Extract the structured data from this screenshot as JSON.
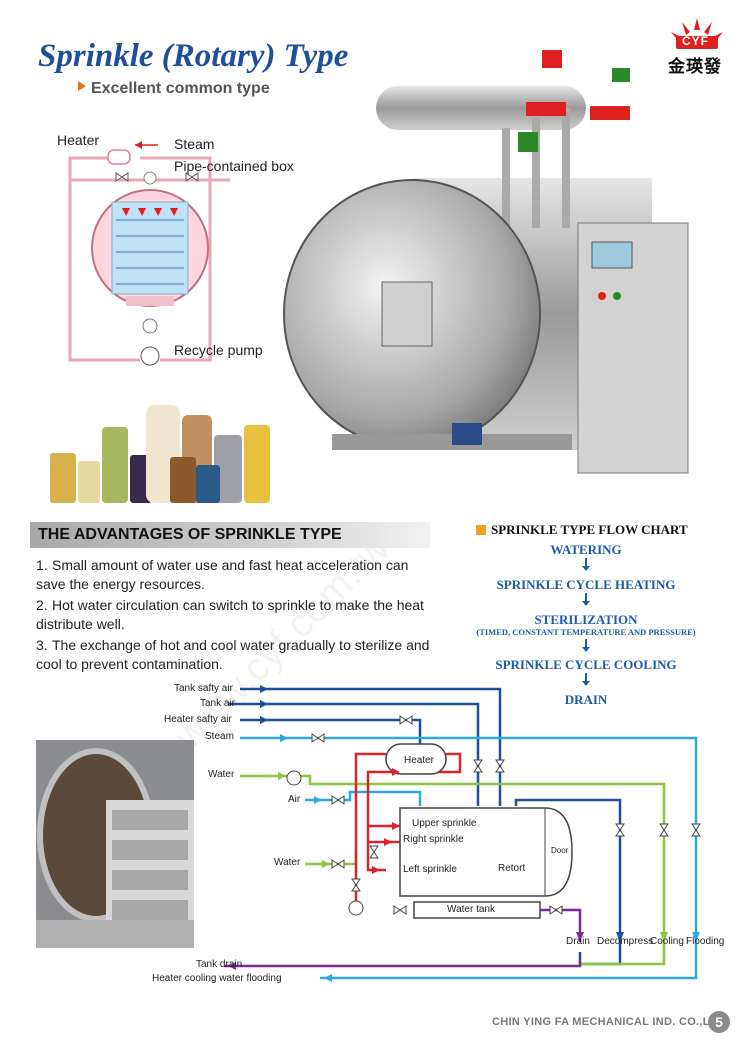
{
  "page": {
    "title": "Sprinkle (Rotary) Type",
    "subtitle": "Excellent common type",
    "logo_text": "CYF",
    "logo_cjk": "金瑛發"
  },
  "diagram_top": {
    "heater": "Heater",
    "steam": "Steam",
    "pipe_box": "Pipe-contained box",
    "recycle_pump": "Recycle pump"
  },
  "advantages": {
    "heading": "THE ADVANTAGES OF SPRINKLE TYPE",
    "items": [
      {
        "num": "1.",
        "text": "Small amount of water use and fast heat acceleration can save the energy resources."
      },
      {
        "num": "2.",
        "text": "Hot water circulation can switch to sprinkle to make the heat distribute well."
      },
      {
        "num": "3.",
        "text": "The exchange of hot and cool water gradually to sterilize and cool to prevent contamination."
      }
    ]
  },
  "flow_chart": {
    "title": "SPRINKLE TYPE FLOW CHART",
    "steps": [
      "WATERING",
      "SPRINKLE CYCLE HEATING",
      "STERILIZATION",
      "SPRINKLE CYCLE COOLING",
      "DRAIN"
    ],
    "sterilization_note": "(TIMED, CONSTANT TEMPERATURE AND PRESSURE)"
  },
  "schematic": {
    "tank_safty_air": "Tank safty air",
    "tank_air": "Tank air",
    "heater_safty_air": "Heater safty air",
    "steam": "Steam",
    "water_top": "Water",
    "heater": "Heater",
    "air": "Air",
    "upper_sprinkle": "Upper sprinkle",
    "right_sprinkle": "Right sprinkle",
    "left_sprinkle": "Left sprinkle",
    "retort": "Retort",
    "door": "Door",
    "water_side": "Water",
    "water_tank": "Water tank",
    "drain": "Drain",
    "decompress": "Decompress",
    "cooling": "Cooling",
    "flooding": "Flooding",
    "tank_drain": "Tank drain",
    "heater_cooling": "Heater cooling water flooding"
  },
  "colors": {
    "blue_dark": "#1f4e9a",
    "blue_light": "#2aa9e0",
    "red": "#e0202a",
    "green": "#8cc63e",
    "purple": "#7a2b9a"
  },
  "footer": {
    "company": "CHIN YING FA MECHANICAL IND. CO.,LTD",
    "page_number": "5"
  }
}
